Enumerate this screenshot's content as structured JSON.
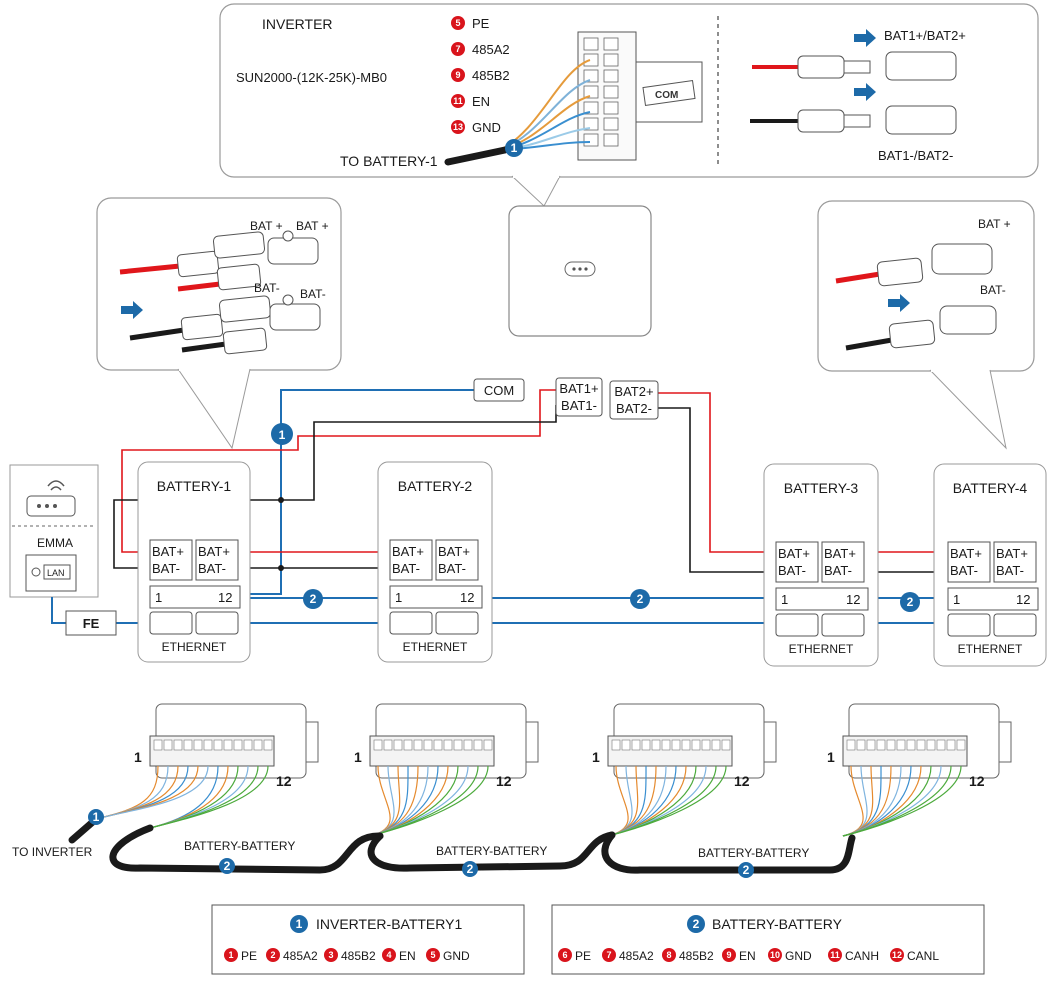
{
  "inverter_callout": {
    "title": "INVERTER",
    "model": "SUN2000-(12K-25K)-MB0",
    "to_battery": "TO BATTERY-1",
    "com_label": "COM",
    "pins": [
      {
        "num": "5",
        "label": "PE"
      },
      {
        "num": "7",
        "label": "485A2"
      },
      {
        "num": "9",
        "label": "485B2"
      },
      {
        "num": "11",
        "label": "EN"
      },
      {
        "num": "13",
        "label": "GND"
      }
    ],
    "bat_pos": "BAT1+/BAT2+",
    "bat_neg": "BAT1-/BAT2-",
    "cable_marker": "1"
  },
  "left_callout": {
    "bat_pos": "BAT +",
    "bat_neg": "BAT-"
  },
  "right_callout": {
    "bat_pos": "BAT +",
    "bat_neg": "BAT-"
  },
  "emma": {
    "label": "EMMA",
    "lan": "LAN",
    "fe": "FE"
  },
  "inverter_ports": {
    "com": "COM",
    "bat1_pos": "BAT1+",
    "bat1_neg": "BAT1-",
    "bat2_pos": "BAT2+",
    "bat2_neg": "BAT2-"
  },
  "batteries": [
    {
      "name": "BATTERY-1",
      "pos": "BAT+",
      "neg": "BAT-",
      "term_a": "1",
      "term_b": "12",
      "ethernet": "ETHERNET"
    },
    {
      "name": "BATTERY-2",
      "pos": "BAT+",
      "neg": "BAT-",
      "term_a": "1",
      "term_b": "12",
      "ethernet": "ETHERNET"
    },
    {
      "name": "BATTERY-3",
      "pos": "BAT+",
      "neg": "BAT-",
      "term_a": "1",
      "term_b": "12",
      "ethernet": "ETHERNET"
    },
    {
      "name": "BATTERY-4",
      "pos": "BAT+",
      "neg": "BAT-",
      "term_a": "1",
      "term_b": "12",
      "ethernet": "ETHERNET"
    }
  ],
  "cable_markers": {
    "inv_bat": "1",
    "bat_bat": "2"
  },
  "connectors": {
    "to_inverter": "TO INVERTER",
    "bat_bat_label": "BATTERY-BATTERY",
    "pin_one": "1",
    "pin_twelve": "12"
  },
  "legend_1": {
    "num": "1",
    "title": "INVERTER-BATTERY1",
    "items": [
      {
        "num": "1",
        "label": "PE"
      },
      {
        "num": "2",
        "label": "485A2"
      },
      {
        "num": "3",
        "label": "485B2"
      },
      {
        "num": "4",
        "label": "EN"
      },
      {
        "num": "5",
        "label": "GND"
      }
    ]
  },
  "legend_2": {
    "num": "2",
    "title": "BATTERY-BATTERY",
    "items": [
      {
        "num": "6",
        "label": "PE"
      },
      {
        "num": "7",
        "label": "485A2"
      },
      {
        "num": "8",
        "label": "485B2"
      },
      {
        "num": "9",
        "label": "EN"
      },
      {
        "num": "10",
        "label": "GND"
      },
      {
        "num": "11",
        "label": "CANH"
      },
      {
        "num": "12",
        "label": "CANL"
      }
    ]
  },
  "colors": {
    "red": "#e0161b",
    "blue": "#1f6fb4",
    "black": "#1a1a1a",
    "pin_red": "#d9141c",
    "marker_blue": "#1d6aa8"
  }
}
